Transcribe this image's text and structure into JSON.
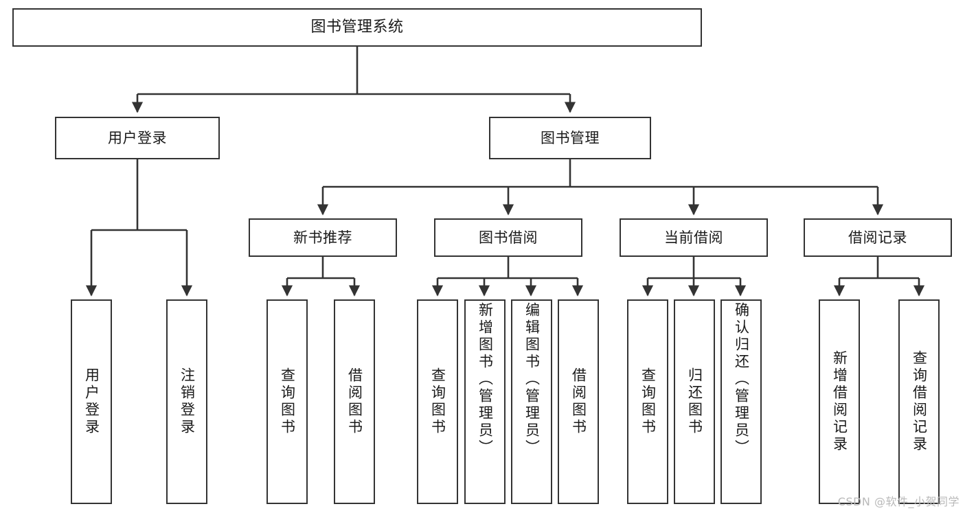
{
  "diagram": {
    "type": "tree-hierarchy",
    "title": "图书管理系统",
    "watermark": "CSDN @软件_小贺同学",
    "style": {
      "box_fill": "#ffffff",
      "box_stroke": "#333333",
      "line_color": "#333333",
      "text_color": "#1a1a1a",
      "background": "#ffffff",
      "watermark_color": "#b9b9b9"
    },
    "levels": 4,
    "nodes": {
      "root": {
        "label": "图书管理系统",
        "level": 1,
        "orientation": "horizontal"
      },
      "level2": [
        {
          "id": "user-login",
          "label": "用户登录",
          "orientation": "horizontal"
        },
        {
          "id": "book-manage",
          "label": "图书管理",
          "orientation": "horizontal"
        }
      ],
      "level3": [
        {
          "id": "new-book-recommend",
          "label": "新书推荐",
          "orientation": "horizontal",
          "parent": "book-manage"
        },
        {
          "id": "book-borrow",
          "label": "图书借阅",
          "orientation": "horizontal",
          "parent": "book-manage"
        },
        {
          "id": "current-borrow",
          "label": "当前借阅",
          "orientation": "horizontal",
          "parent": "book-manage"
        },
        {
          "id": "borrow-record",
          "label": "借阅记录",
          "orientation": "horizontal",
          "parent": "book-manage"
        }
      ],
      "leaves": [
        {
          "id": "leaf-user-login",
          "label": "用户登录",
          "orientation": "vertical",
          "parent": "user-login"
        },
        {
          "id": "leaf-user-logout",
          "label": "注销登录",
          "orientation": "vertical",
          "parent": "user-login"
        },
        {
          "id": "leaf-query-book-1",
          "label": "查询图书",
          "orientation": "vertical",
          "parent": "new-book-recommend"
        },
        {
          "id": "leaf-borrow-book-1",
          "label": "借阅图书",
          "orientation": "vertical",
          "parent": "new-book-recommend"
        },
        {
          "id": "leaf-query-book-2",
          "label": "查询图书",
          "orientation": "vertical",
          "parent": "book-borrow"
        },
        {
          "id": "leaf-add-book",
          "label": "新增图书（管理员）",
          "orientation": "vertical",
          "parent": "book-borrow"
        },
        {
          "id": "leaf-edit-book",
          "label": "编辑图书（管理员）",
          "orientation": "vertical",
          "parent": "book-borrow"
        },
        {
          "id": "leaf-borrow-book-2",
          "label": "借阅图书",
          "orientation": "vertical",
          "parent": "book-borrow"
        },
        {
          "id": "leaf-query-book-3",
          "label": "查询图书",
          "orientation": "vertical",
          "parent": "current-borrow"
        },
        {
          "id": "leaf-return-book",
          "label": "归还图书",
          "orientation": "vertical",
          "parent": "current-borrow"
        },
        {
          "id": "leaf-confirm-return",
          "label": "确认归还（管理员）",
          "orientation": "vertical",
          "parent": "current-borrow"
        },
        {
          "id": "leaf-add-record",
          "label": "新增借阅记录",
          "orientation": "vertical",
          "parent": "borrow-record"
        },
        {
          "id": "leaf-query-record",
          "label": "查询借阅记录",
          "orientation": "vertical",
          "parent": "borrow-record"
        }
      ]
    }
  }
}
